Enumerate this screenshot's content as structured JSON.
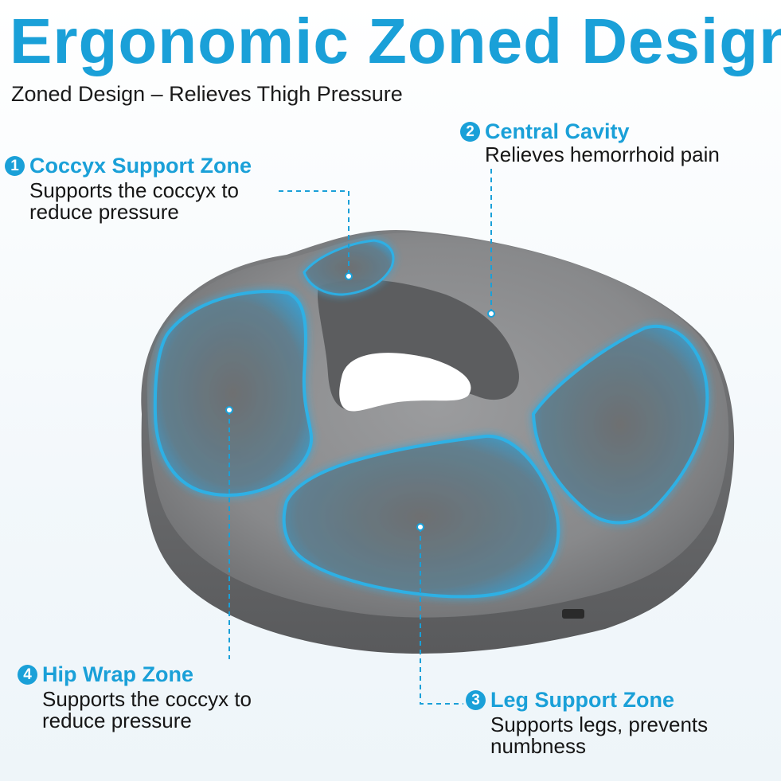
{
  "header": {
    "title": "Ergonomic Zoned Design",
    "subtitle": "Zoned Design – Relieves Thigh Pressure"
  },
  "colors": {
    "accent": "#1aa0d8",
    "cushion": "#8d8e90",
    "zone_glow": "#2bb3ea"
  },
  "callouts": [
    {
      "number": "1",
      "title": "Coccyx Support Zone",
      "lines": [
        "Supports the coccyx to",
        "reduce pressure"
      ]
    },
    {
      "number": "2",
      "title": "Central Cavity",
      "lines": [
        "Relieves hemorrhoid pain"
      ]
    },
    {
      "number": "3",
      "title": "Leg Support Zone",
      "lines": [
        "Supports legs, prevents",
        "numbness"
      ]
    },
    {
      "number": "4",
      "title": "Hip Wrap Zone",
      "lines": [
        "Supports the coccyx to",
        "reduce pressure"
      ]
    }
  ]
}
